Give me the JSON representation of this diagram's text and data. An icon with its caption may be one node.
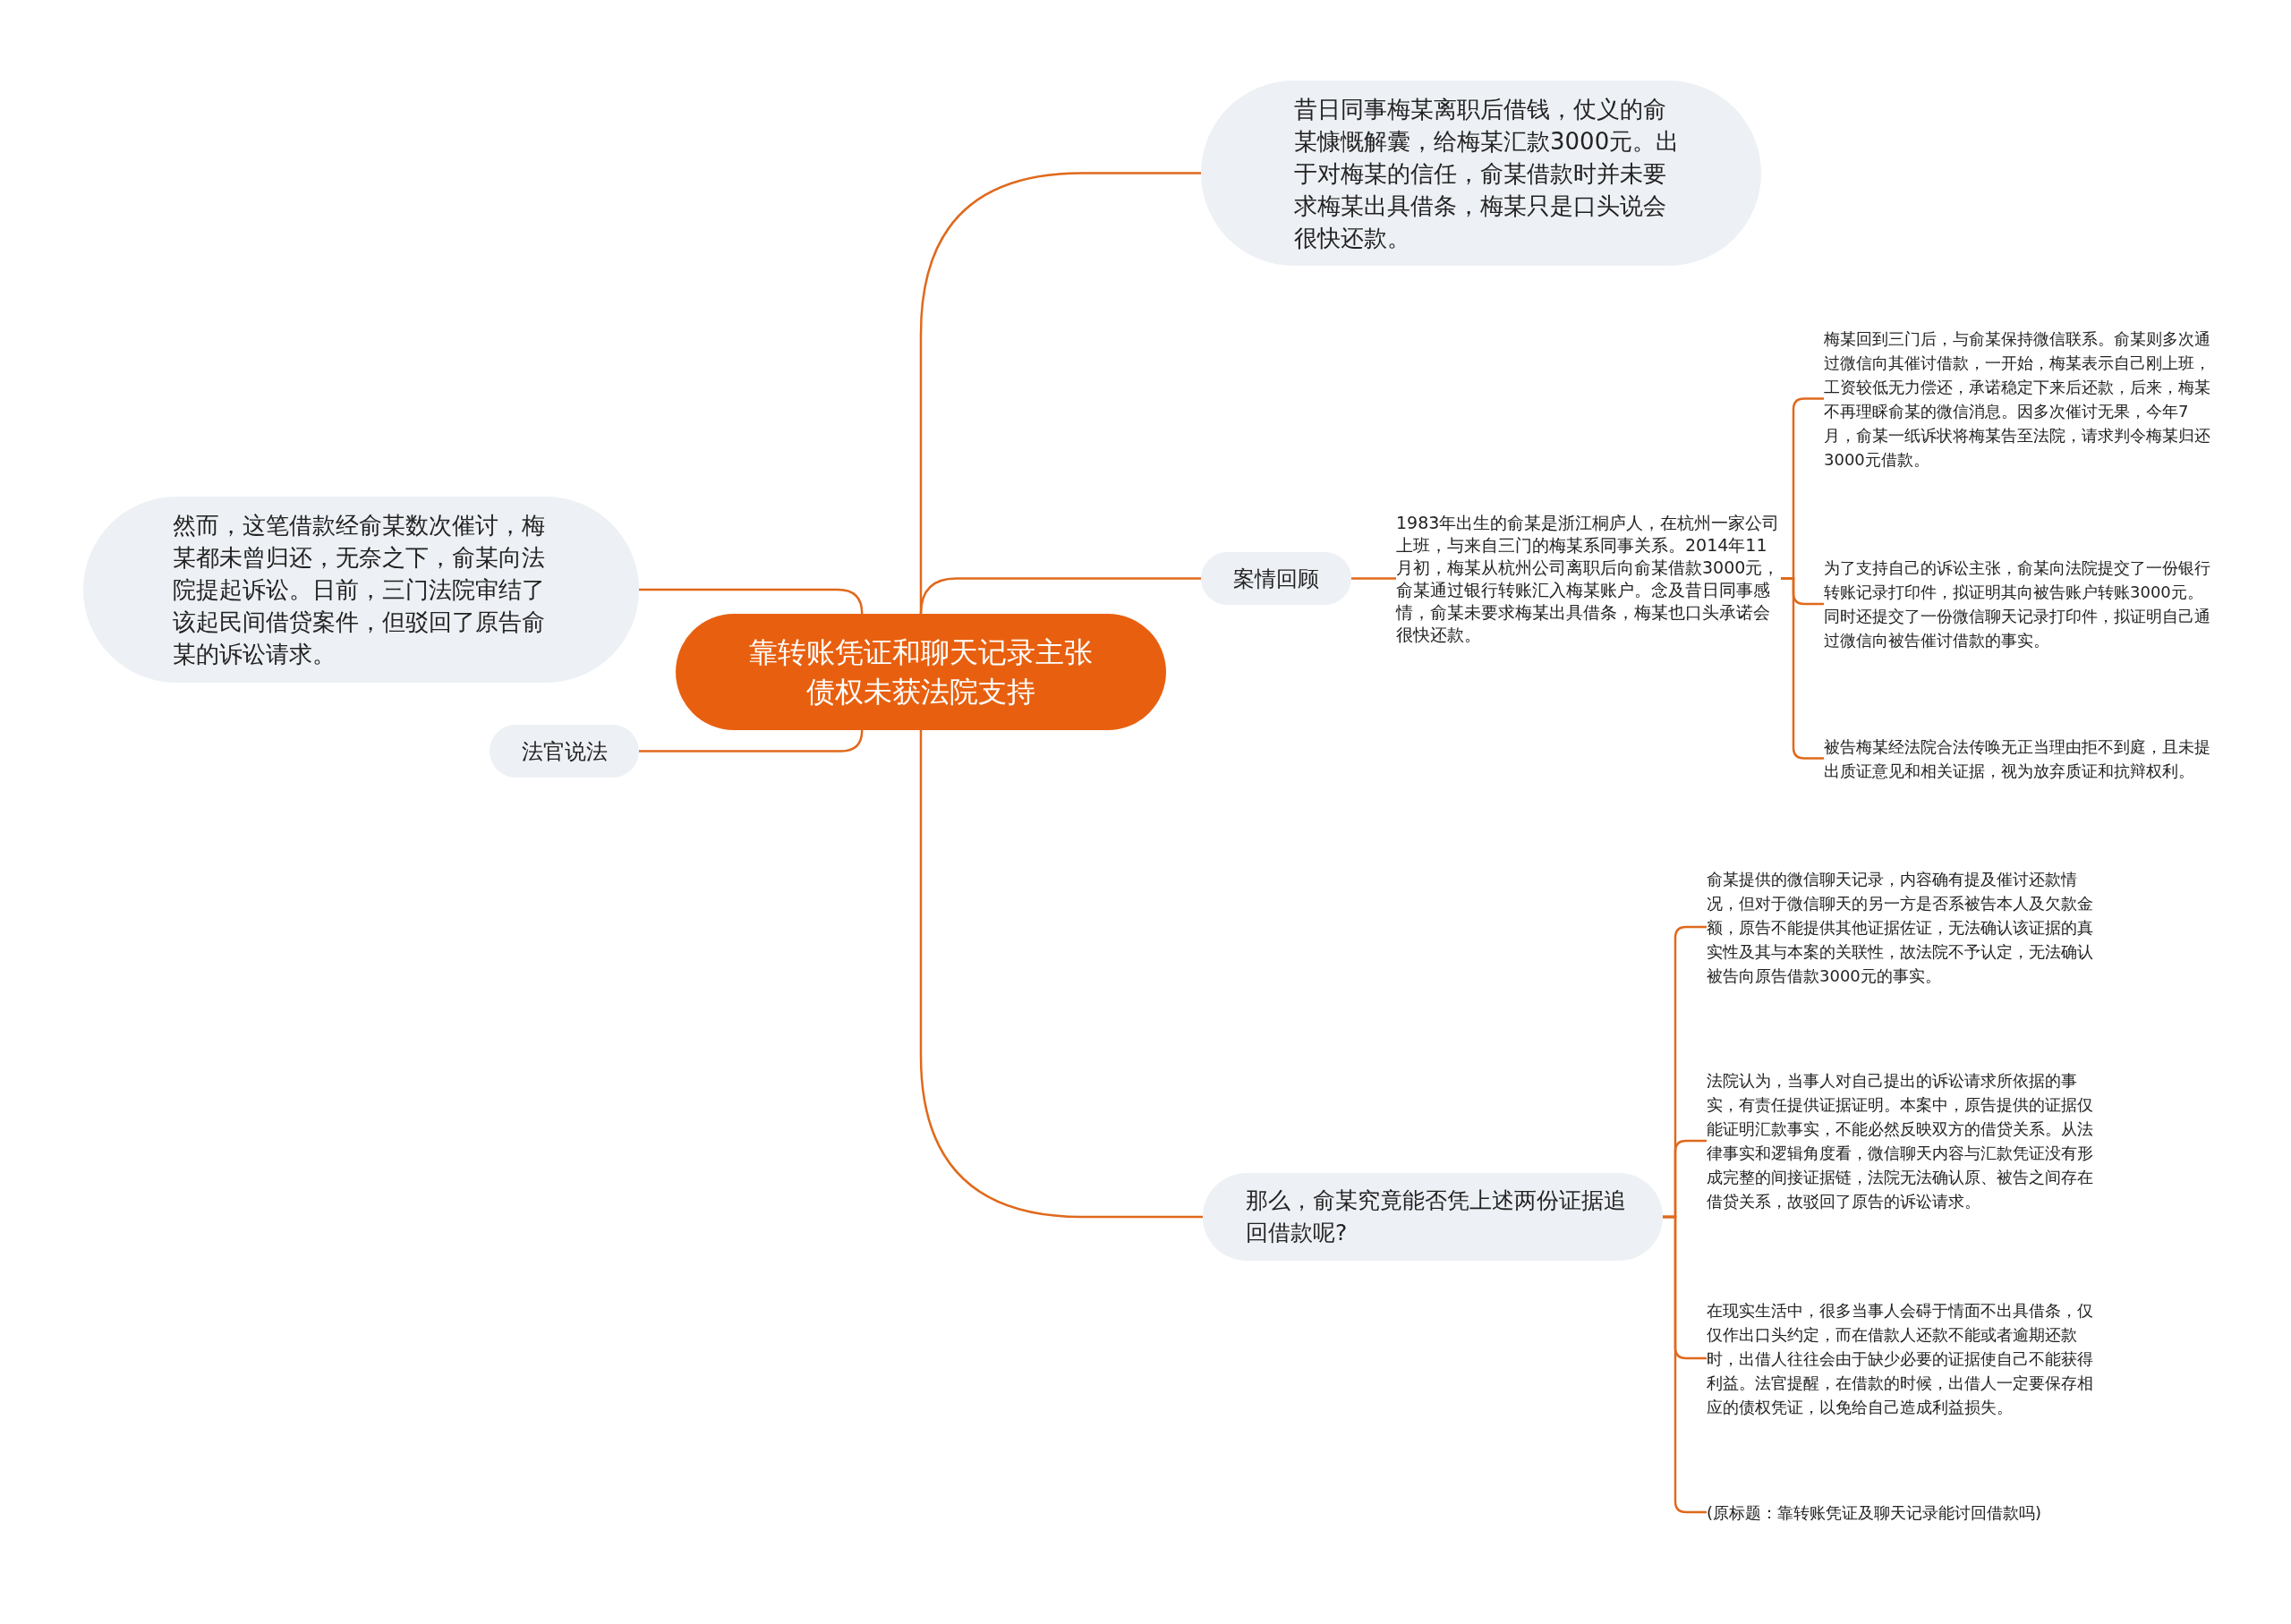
{
  "diagram": {
    "nodes": [
      {
        "text": [
          "靠转账凭证和聊天记录主张债权未获法院支持"
        ]
      },
      {
        "text": [
          "昔日同事梅某离职后借钱，仗义的俞某慷慨解囊，给梅某汇款3000元。出于对梅某的信任，俞某借款时并未要求梅某出具借条，梅某只是口头说会很快还款。"
        ]
      },
      {
        "text": [
          "案情回顾"
        ]
      },
      {
        "text": [
          "1983年出生的俞某是浙江桐庐人，在杭州一家公司上班，与来自三门的梅某系同事关系。2014年11月初，梅某从杭州公司离职后向俞某借款3000元，俞某通过银行转账汇入梅某账户。念及昔日同事感情，俞某未要求梅某出具借条，梅某也口头承诺会很快还款。"
        ]
      },
      {
        "text": [
          "梅某回到三门后，与俞某保持微信联系。俞某则多次通过微信向其催讨借款，一开始，梅某表示自己刚上班，工资较低无力偿还，承诺稳定下来后还款，后来，梅某不再理睬俞某的微信消息。因多次催讨无果，今年7月，俞某一纸诉状将梅某告至法院，请求判令梅某归还3000元借款。"
        ]
      },
      {
        "text": [
          "为了支持自己的诉讼主张，俞某向法院提交了一份银行转账记录打印件，拟证明其向被告账户转账3000元。同时还提交了一份微信聊天记录打印件，拟证明自己通过微信向被告催讨借款的事实。"
        ]
      },
      {
        "text": [
          "被告梅某经法院合法传唤无正当理由拒不到庭，且未提出质证意见和相关证据，视为放弃质证和抗辩权利。"
        ]
      },
      {
        "text": [
          "那么，俞某究竟能否凭上述两份证据追回借款呢?"
        ]
      },
      {
        "text": [
          "俞某提供的微信聊天记录，内容确有提及催讨还款情况，但对于微信聊天的另一方是否系被告本人及欠款金额，原告不能提供其他证据佐证，无法确认该证据的真实性及其与本案的关联性，故法院不予认定，无法确认被告向原告借款3000元的事实。"
        ]
      },
      {
        "text": [
          "法院认为，当事人对自己提出的诉讼请求所依据的事实，有责任提供证据证明。本案中，原告提供的证据仅能证明汇款事实，不能必然反映双方的借贷关系。从法律事实和逻辑角度看，微信聊天内容与汇款凭证没有形成完整的间接证据链，法院无法确认原、被告之间存在借贷关系，故驳回了原告的诉讼请求。"
        ]
      },
      {
        "text": [
          "在现实生活中，很多当事人会碍于情面不出具借条，仅仅作出口头约定，而在借款人还款不能或者逾期还款时，出借人往往会由于缺少必要的证据使自己不能获得利益。法官提醒，在借款的时候，出借人一定要保存相应的债权凭证，以免给自己造成利益损失。"
        ]
      },
      {
        "text": [
          "(原标题：靠转账凭证及聊天记录能讨回借款吗)"
        ]
      },
      {
        "text": [
          "然而，这笔借款经俞某数次催讨，梅某都未曾归还，无奈之下，俞某向法院提起诉讼。日前，三门法院审结了该起民间借贷案件，但驳回了原告俞某的诉讼请求。"
        ]
      },
      {
        "text": [
          "法官说法"
        ]
      }
    ],
    "edges": [
      {
        "from": 0,
        "to": 1,
        "arrow": "none"
      },
      {
        "from": 0,
        "to": 2,
        "arrow": "none"
      },
      {
        "from": 2,
        "to": 3,
        "arrow": "none"
      },
      {
        "from": 3,
        "to": 4,
        "arrow": "none"
      },
      {
        "from": 3,
        "to": 5,
        "arrow": "none"
      },
      {
        "from": 3,
        "to": 6,
        "arrow": "none"
      },
      {
        "from": 0,
        "to": 7,
        "arrow": "none"
      },
      {
        "from": 7,
        "to": 8,
        "arrow": "none"
      },
      {
        "from": 7,
        "to": 9,
        "arrow": "none"
      },
      {
        "from": 7,
        "to": 10,
        "arrow": "none"
      },
      {
        "from": 7,
        "to": 11,
        "arrow": "none"
      },
      {
        "from": 0,
        "to": 12,
        "arrow": "none"
      },
      {
        "from": 0,
        "to": 13,
        "arrow": "none"
      }
    ]
  }
}
